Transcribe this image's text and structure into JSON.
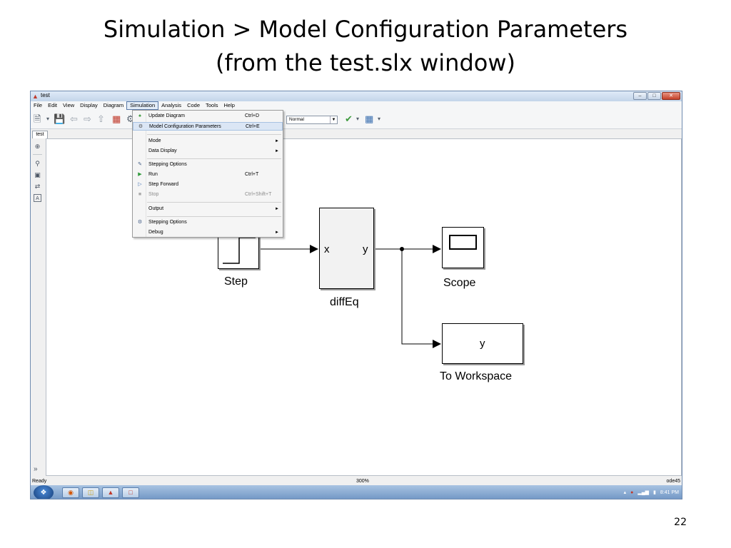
{
  "slide": {
    "title_line1": "Simulation > Model Configuration Parameters",
    "title_line2": "(from the test.slx window)",
    "number": "22"
  },
  "window": {
    "title": "test",
    "menus": [
      "File",
      "Edit",
      "View",
      "Display",
      "Diagram",
      "Simulation",
      "Analysis",
      "Code",
      "Tools",
      "Help"
    ],
    "active_menu": "Simulation",
    "tab": "test",
    "simulation_mode": "Normal"
  },
  "simulation_menu": {
    "update_diagram": {
      "label": "Update Diagram",
      "shortcut": "Ctrl+D"
    },
    "model_config": {
      "label": "Model Configuration Parameters",
      "shortcut": "Ctrl+E"
    },
    "mode": {
      "label": "Mode"
    },
    "data_display": {
      "label": "Data Display"
    },
    "stepping_options_1": {
      "label": "Stepping Options"
    },
    "run": {
      "label": "Run",
      "shortcut": "Ctrl+T"
    },
    "step_forward": {
      "label": "Step Forward"
    },
    "stop": {
      "label": "Stop",
      "shortcut": "Ctrl+Shift+T"
    },
    "output": {
      "label": "Output"
    },
    "stepping_options_2": {
      "label": "Stepping Options"
    },
    "debug": {
      "label": "Debug"
    }
  },
  "diagram": {
    "step_label": "Step",
    "diffeq_label": "diffEq",
    "diffeq_in": "x",
    "diffeq_out": "y",
    "scope_label": "Scope",
    "workspace_label": "To Workspace",
    "workspace_var": "y"
  },
  "status": {
    "left": "Ready",
    "zoom": "300%",
    "solver": "ode45"
  },
  "taskbar": {
    "time": "8:41 PM"
  }
}
